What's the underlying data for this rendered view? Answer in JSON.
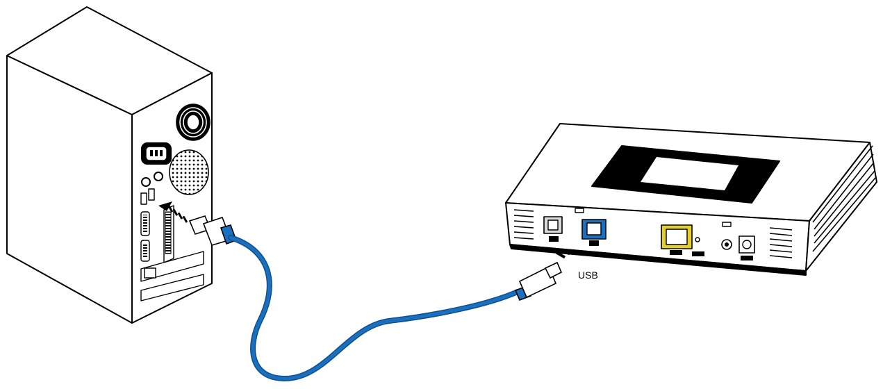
{
  "labels": {
    "usb_callout": "USB"
  },
  "colors": {
    "cable": "#1a6fbf",
    "cable_shade": "#0f4f8c",
    "usb_port_highlight": "#1a6fbf",
    "wan_port_highlight": "#e6cf2a",
    "device_fill": "#ffffff",
    "line": "#000000",
    "panel_gray": "#d9d9d9"
  },
  "parts": {
    "computer": "desktop-tower",
    "device": "router-box",
    "cable": "usb-cable"
  }
}
